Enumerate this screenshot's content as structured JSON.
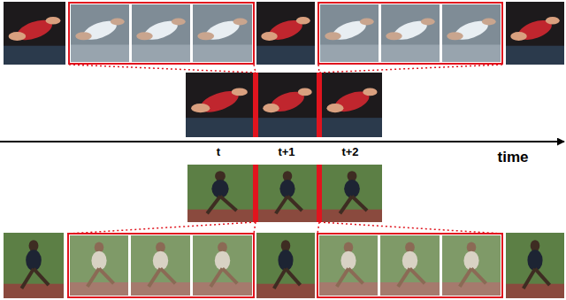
{
  "diagram": {
    "labels": [
      "t",
      "t+1",
      "t+2",
      "time"
    ]
  }
}
